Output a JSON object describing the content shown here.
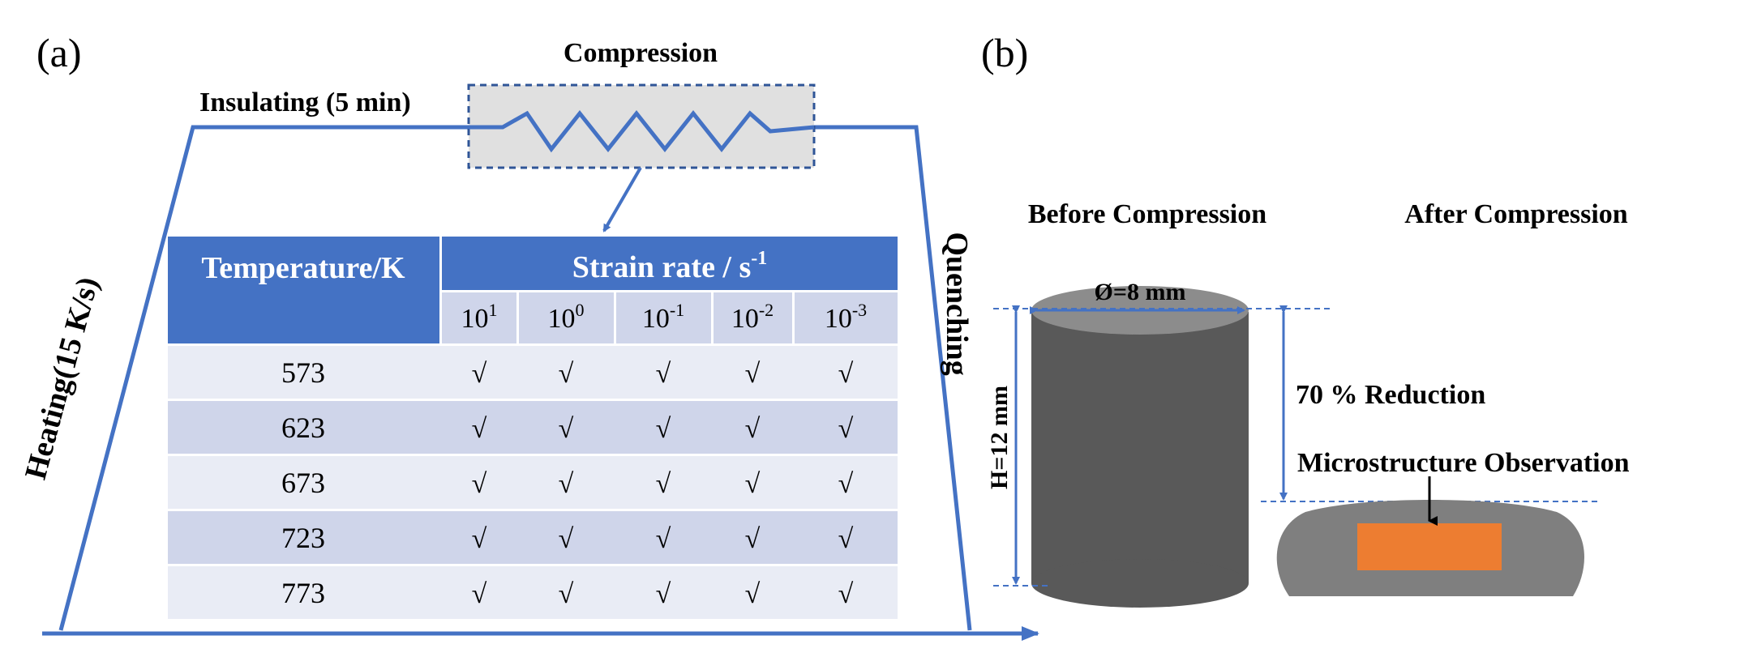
{
  "panel_a": {
    "panel_label": "(a)",
    "compression_label": "Compression",
    "insulating_label": "Insulating (5 min)",
    "heating_label": "Heating(15 K/s)",
    "quenching_label": "Quenching",
    "table": {
      "header_temperature": "Temperature/K",
      "header_strain_rate": "Strain rate / s",
      "header_strain_rate_exp": "-1",
      "rates": [
        {
          "base": "10",
          "exp": "1"
        },
        {
          "base": "10",
          "exp": "0"
        },
        {
          "base": "10",
          "exp": "-1"
        },
        {
          "base": "10",
          "exp": "-2"
        },
        {
          "base": "10",
          "exp": "-3"
        }
      ],
      "rows": [
        {
          "temperature": "573",
          "marks": [
            "√",
            "√",
            "√",
            "√",
            "√"
          ]
        },
        {
          "temperature": "623",
          "marks": [
            "√",
            "√",
            "√",
            "√",
            "√"
          ]
        },
        {
          "temperature": "673",
          "marks": [
            "√",
            "√",
            "√",
            "√",
            "√"
          ]
        },
        {
          "temperature": "723",
          "marks": [
            "√",
            "√",
            "√",
            "√",
            "√"
          ]
        },
        {
          "temperature": "773",
          "marks": [
            "√",
            "√",
            "√",
            "√",
            "√"
          ]
        }
      ]
    }
  },
  "panel_b": {
    "panel_label": "(b)",
    "before_label": "Before Compression",
    "after_label": "After Compression",
    "diameter_label": "Ø=8 mm",
    "height_label": "H=12 mm",
    "reduction_label": "70 % Reduction",
    "microstructure_label": "Microstructure Observation"
  },
  "colors": {
    "line_blue": "#4472C4",
    "header_blue": "#4472C4",
    "row_light": "#E9ECF5",
    "row_dark": "#CFD5EA",
    "zone_gray": "#E0E0E0",
    "cylinder_dark": "#595959",
    "cylinder_top": "#8C8C8C",
    "compressed_gray": "#7F7F7F",
    "observation_orange": "#ED7D31"
  }
}
